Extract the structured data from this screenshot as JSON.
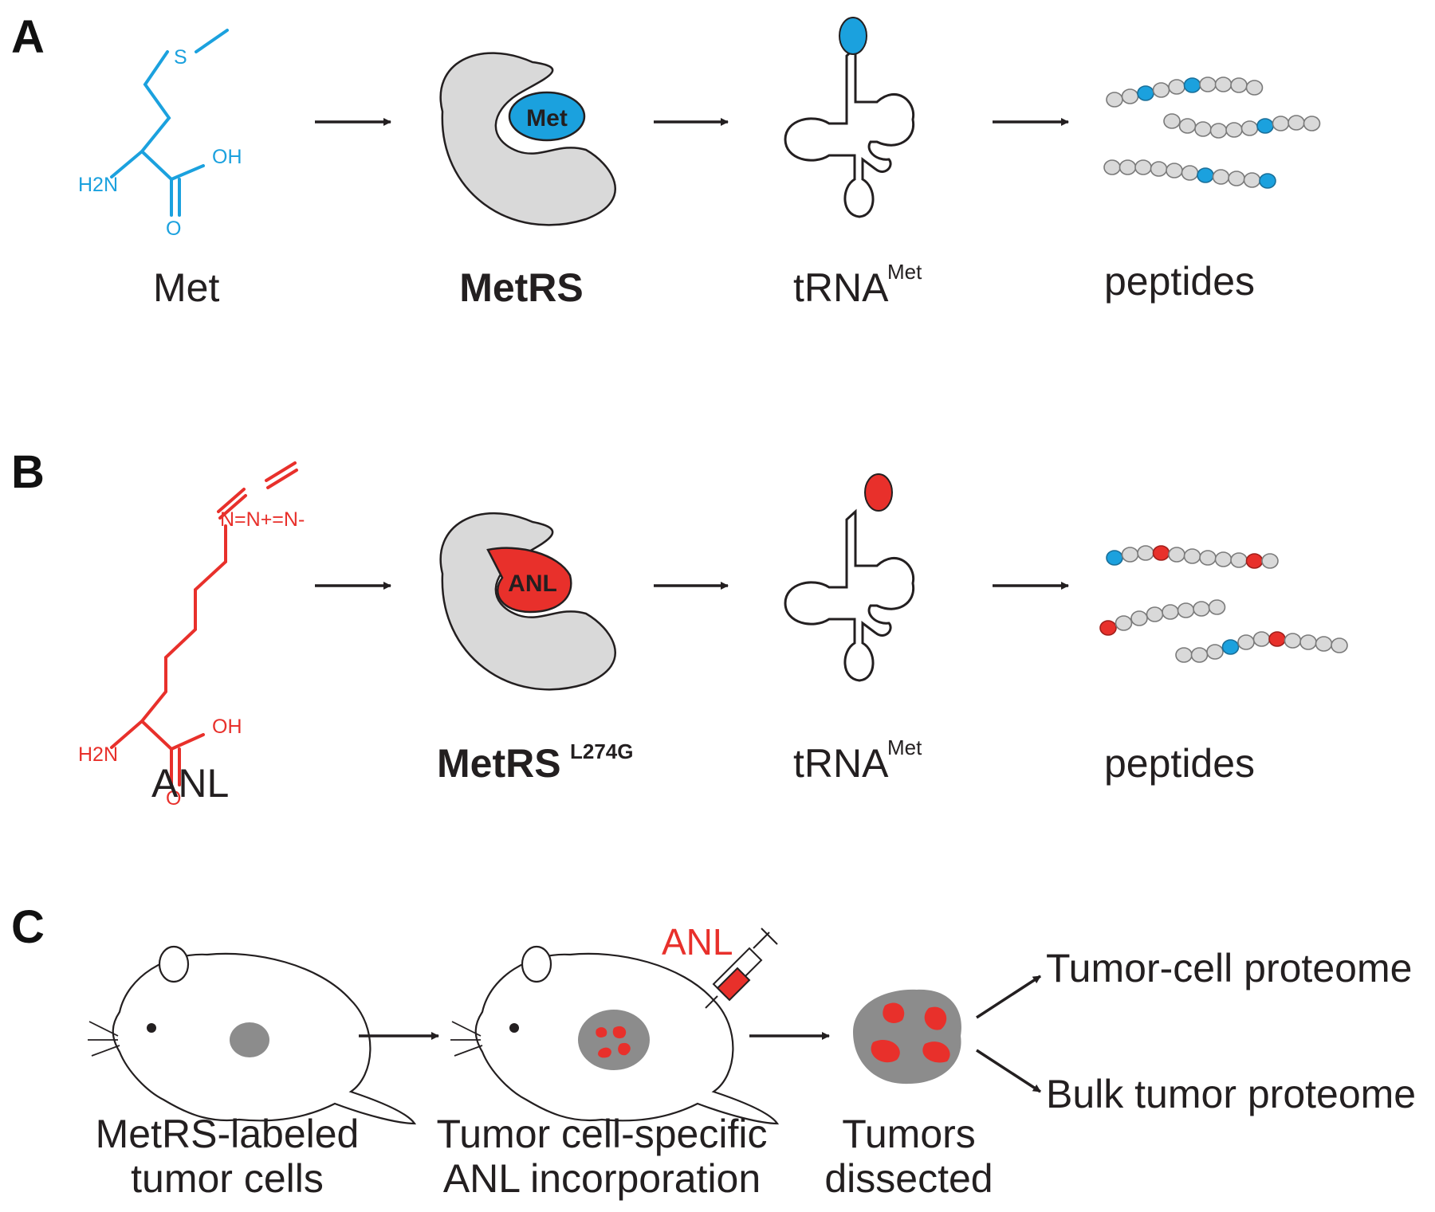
{
  "panels": {
    "a": {
      "letter": "A",
      "amino_acid_label": "Met",
      "enzyme_label": "MetRS",
      "pocket_label": "Met",
      "trna_label": "tRNA",
      "trna_superscript": "Met",
      "product_label": "peptides",
      "chem": {
        "s": "S",
        "oh": "OH",
        "nh2": "H2N",
        "o": "O"
      }
    },
    "b": {
      "letter": "B",
      "amino_acid_label": "ANL",
      "enzyme_label": "MetRS",
      "enzyme_superscript": "L274G",
      "pocket_label": "ANL",
      "trna_label": "tRNA",
      "trna_superscript": "Met",
      "product_label": "peptides",
      "chem": {
        "azide": "N=N+=N-",
        "oh": "OH",
        "nh2": "H2N",
        "o": "O"
      }
    },
    "c": {
      "letter": "C",
      "step1": [
        "MetRS-labeled",
        "tumor cells"
      ],
      "step2": [
        "Tumor cell-specific",
        "ANL incorporation"
      ],
      "step3": [
        "Tumors",
        "dissected"
      ],
      "injection_label": "ANL",
      "outputs": [
        "Tumor-cell proteome",
        "Bulk tumor proteome"
      ]
    }
  },
  "colors": {
    "met_blue": "#1ba1de",
    "anl_red": "#e8302b",
    "enzyme_gray": "#d9d9d9",
    "tumor_gray": "#8c8c8c",
    "bead_gray": "#d9d9d9"
  },
  "peptides": {
    "a": [
      [
        "g",
        "g",
        "b",
        "g",
        "g",
        "b",
        "g",
        "g",
        "g",
        "g"
      ],
      [
        "g",
        "g",
        "g",
        "g",
        "g",
        "g",
        "b",
        "g",
        "g",
        "g"
      ],
      [
        "g",
        "g",
        "g",
        "g",
        "g",
        "g",
        "b",
        "g",
        "g",
        "g",
        "b"
      ]
    ],
    "b": [
      [
        "b",
        "g",
        "g",
        "r",
        "g",
        "g",
        "g",
        "g",
        "g",
        "r",
        "g"
      ],
      [
        "r",
        "g",
        "g",
        "g",
        "g",
        "g",
        "g",
        "g"
      ],
      [
        "g",
        "g",
        "g",
        "b",
        "g",
        "g",
        "r",
        "g",
        "g",
        "g",
        "g"
      ]
    ]
  }
}
